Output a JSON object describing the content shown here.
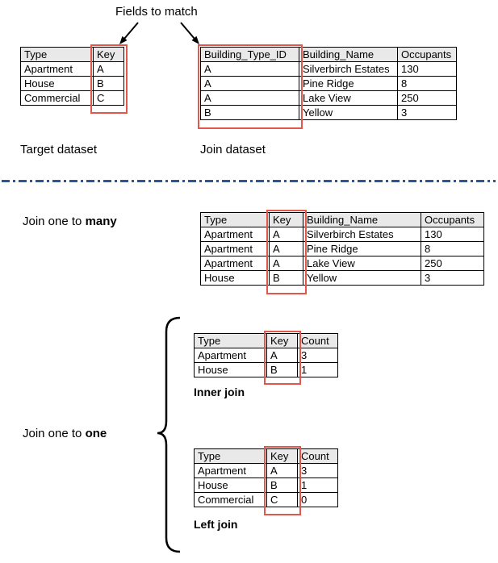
{
  "title": "Fields to match",
  "colors": {
    "highlight": "#e2574c",
    "separator": "#2b579a",
    "header_bg": "#e9e9e9",
    "border": "#000000"
  },
  "labels": {
    "target_caption": "Target dataset",
    "join_caption": "Join dataset",
    "one_to_many_prefix": "Join one to",
    "one_to_many_bold": "many",
    "one_to_one_prefix": "Join one to",
    "one_to_one_bold": "one",
    "inner_caption": "Inner join",
    "left_caption": "Left join"
  },
  "tables": {
    "target": {
      "headers": [
        "Type",
        "Key"
      ],
      "rows": [
        [
          "Apartment",
          "A"
        ],
        [
          "House",
          "B"
        ],
        [
          "Commercial",
          "C"
        ]
      ]
    },
    "join": {
      "headers": [
        "Building_Type_ID",
        "Building_Name",
        "Occupants"
      ],
      "rows": [
        [
          "A",
          "Silverbirch Estates",
          "130"
        ],
        [
          "A",
          "Pine Ridge",
          "8"
        ],
        [
          "A",
          "Lake View",
          "250"
        ],
        [
          "B",
          "Yellow",
          "3"
        ]
      ]
    },
    "one_to_many": {
      "headers": [
        "Type",
        "Key",
        "Building_Name",
        "Occupants"
      ],
      "rows": [
        [
          "Apartment",
          "A",
          "Silverbirch Estates",
          "130"
        ],
        [
          "Apartment",
          "A",
          "Pine Ridge",
          "8"
        ],
        [
          "Apartment",
          "A",
          "Lake View",
          "250"
        ],
        [
          "House",
          "B",
          "Yellow",
          "3"
        ]
      ]
    },
    "inner": {
      "headers": [
        "Type",
        "Key",
        "Count"
      ],
      "rows": [
        [
          "Apartment",
          "A",
          "3"
        ],
        [
          "House",
          "B",
          "1"
        ]
      ]
    },
    "left": {
      "headers": [
        "Type",
        "Key",
        "Count"
      ],
      "rows": [
        [
          "Apartment",
          "A",
          "3"
        ],
        [
          "House",
          "B",
          "1"
        ],
        [
          "Commercial",
          "C",
          "0"
        ]
      ]
    }
  }
}
